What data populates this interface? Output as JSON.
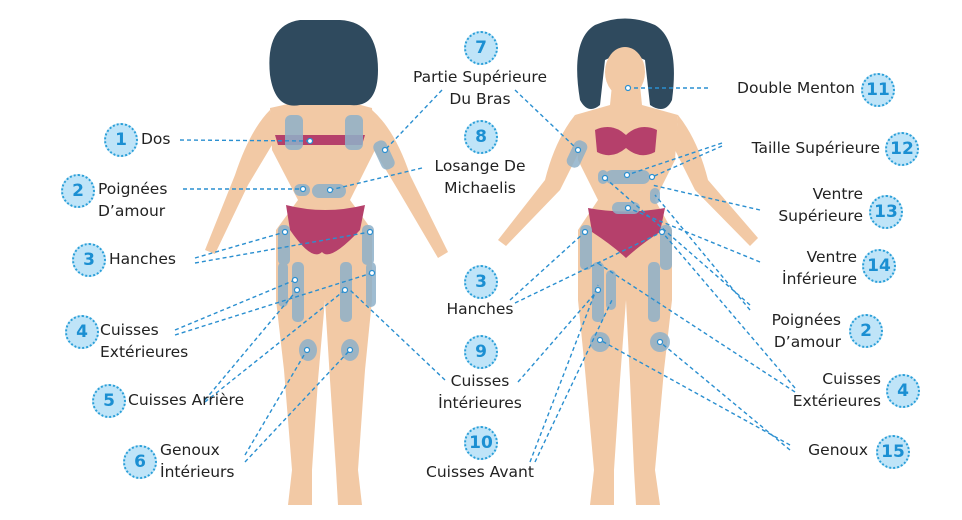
{
  "colors": {
    "badge_fill": "#bfe4f8",
    "badge_border": "#2a9fd8",
    "line": "#2a8fd0",
    "skin": "#f2c9a5",
    "zone": "#8fb1c9",
    "bikini": "#b5406b",
    "hair": "#2f4a5e"
  },
  "labels": {
    "l1": {
      "num": "1",
      "lines": [
        "Dos"
      ]
    },
    "l2": {
      "num": "2",
      "lines": [
        "Poignées",
        "D’amour"
      ]
    },
    "l3": {
      "num": "3",
      "lines": [
        "Hanches"
      ]
    },
    "l4": {
      "num": "4",
      "lines": [
        "Cuisses",
        "Extérieures"
      ]
    },
    "l5": {
      "num": "5",
      "lines": [
        "Cuisses Arrière"
      ]
    },
    "l6": {
      "num": "6",
      "lines": [
        "Genoux",
        "İntérieurs"
      ]
    },
    "c7": {
      "num": "7",
      "lines": [
        "Partie Supérieure",
        "Du Bras"
      ]
    },
    "c8": {
      "num": "8",
      "lines": [
        "Losange De",
        "Michaelis"
      ]
    },
    "c3": {
      "num": "3",
      "lines": [
        "Hanches"
      ]
    },
    "c9": {
      "num": "9",
      "lines": [
        "Cuisses",
        "İntérieures"
      ]
    },
    "c10": {
      "num": "10",
      "lines": [
        "Cuisses Avant"
      ]
    },
    "r11": {
      "num": "11",
      "lines": [
        "Double Menton"
      ]
    },
    "r12": {
      "num": "12",
      "lines": [
        "Taille Supérieure"
      ]
    },
    "r13": {
      "num": "13",
      "lines": [
        "Ventre",
        "Supérieure"
      ]
    },
    "r14": {
      "num": "14",
      "lines": [
        "Ventre",
        "İnférieure"
      ]
    },
    "r2": {
      "num": "2",
      "lines": [
        "Poignées",
        "D’amour"
      ]
    },
    "r4": {
      "num": "4",
      "lines": [
        "Cuisses",
        "Extérieures"
      ]
    },
    "r15": {
      "num": "15",
      "lines": [
        "Genoux"
      ]
    }
  }
}
